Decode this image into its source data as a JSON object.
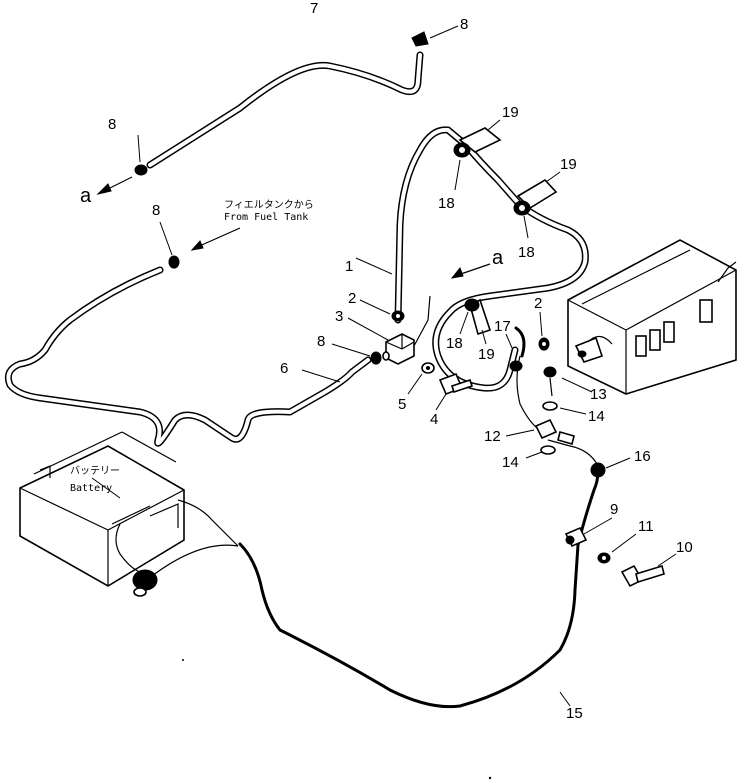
{
  "callouts": {
    "c1": "1",
    "c2a": "2",
    "c2b": "2",
    "c3": "3",
    "c4": "4",
    "c5": "5",
    "c6": "6",
    "c7": "7",
    "c8a": "8",
    "c8b": "8",
    "c8c": "8",
    "c8d": "8",
    "c9": "9",
    "c10": "10",
    "c11": "11",
    "c12": "12",
    "c13": "13",
    "c14a": "14",
    "c14b": "14",
    "c15": "15",
    "c16": "16",
    "c17": "17",
    "c18a": "18",
    "c18b": "18",
    "c18c": "18",
    "c19a": "19",
    "c19b": "19",
    "c19c": "19"
  },
  "markers": {
    "a_left": "a",
    "a_right": "a"
  },
  "labels": {
    "from_fuel_tank_jp": "フィエルタンクから",
    "from_fuel_tank_en": "From Fuel Tank",
    "battery_jp": "バッテリー",
    "battery_en": "Battery"
  }
}
